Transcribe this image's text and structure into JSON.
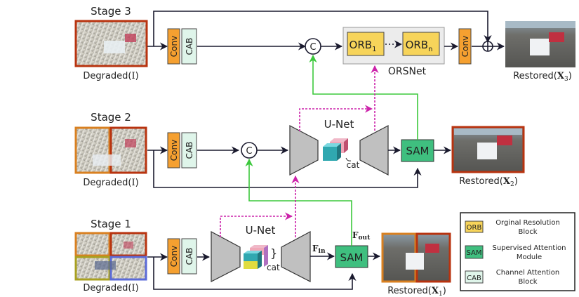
{
  "stages": {
    "stage3": {
      "title": "Stage 3",
      "input_label": "Degraded",
      "input_symbol": "I",
      "output_label": "Restored",
      "output_symbol": "X",
      "output_sub": "3"
    },
    "stage2": {
      "title": "Stage 2",
      "input_label": "Degraded",
      "input_symbol": "I",
      "output_label": "Restored",
      "output_symbol": "X",
      "output_sub": "2",
      "unet_label": "U-Net",
      "cat_label": "cat"
    },
    "stage1": {
      "title": "Stage 1",
      "input_label": "Degraded",
      "input_symbol": "I",
      "output_label": "Restored",
      "output_symbol": "X",
      "output_sub": "1",
      "unet_label": "U-Net",
      "cat_label": "cat",
      "f_in": "F",
      "f_in_sub": "in",
      "f_out": "F",
      "f_out_sub": "out"
    }
  },
  "blocks": {
    "conv": "Conv",
    "cab": "CAB",
    "concat": "C",
    "sam": "SAM",
    "orb1": "ORB",
    "orb1_sub": "1",
    "orbn": "ORB",
    "orbn_sub": "n",
    "orsnet": "ORSNet",
    "plus": "⊕"
  },
  "legend": {
    "items": [
      {
        "tag": "ORB",
        "line1": "Orginal Resolution",
        "line2": "Block",
        "color": "#f7d45a"
      },
      {
        "tag": "SAM",
        "line1": "Supervised Attention",
        "line2": "Module",
        "color": "#3fbf7f"
      },
      {
        "tag": "CAB",
        "line1": "Channel Attention",
        "line2": "Block",
        "color": "#dff5ea"
      }
    ]
  },
  "colors": {
    "conv": "#f5a030",
    "cab": "#dff5ea",
    "sam": "#3fbf7f",
    "orb": "#f7d45a",
    "orsnet_bg": "#ececec",
    "unet": "#c0c0c0",
    "green_link": "#3cc83c",
    "magenta_link": "#cc22aa",
    "frame_red": "#b8330f",
    "frame_orange": "#d98020",
    "frame_olive": "#a8a020",
    "frame_blue": "#5a6ad8"
  }
}
